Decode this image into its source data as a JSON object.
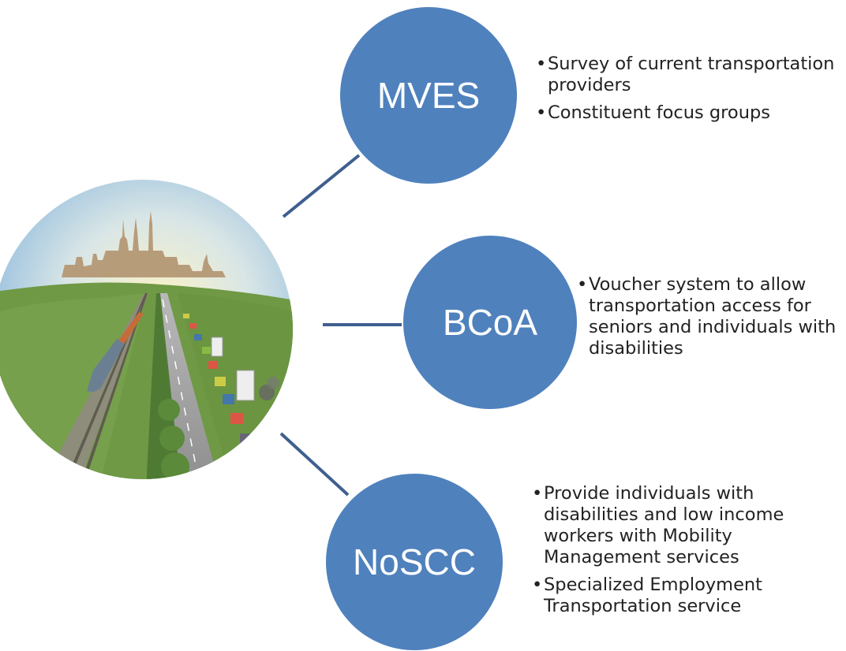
{
  "nodes": [
    {
      "label": "MVES",
      "bullets": [
        "Survey of current transportation providers",
        "Constituent focus groups"
      ]
    },
    {
      "label": "BCoA",
      "bullets": [
        "Voucher system to allow transportation access for seniors and individuals with disabilities"
      ]
    },
    {
      "label": "NoSCC",
      "bullets": [
        "Provide individuals with disabilities and low income workers with Mobility Management services",
        "Specialized Employment Transportation service"
      ]
    }
  ],
  "colors": {
    "node_fill": "#4f81bd",
    "node_text": "#ffffff",
    "connector": "#3f5f8f"
  },
  "illustration": "highway-train-city-skyline-circle"
}
